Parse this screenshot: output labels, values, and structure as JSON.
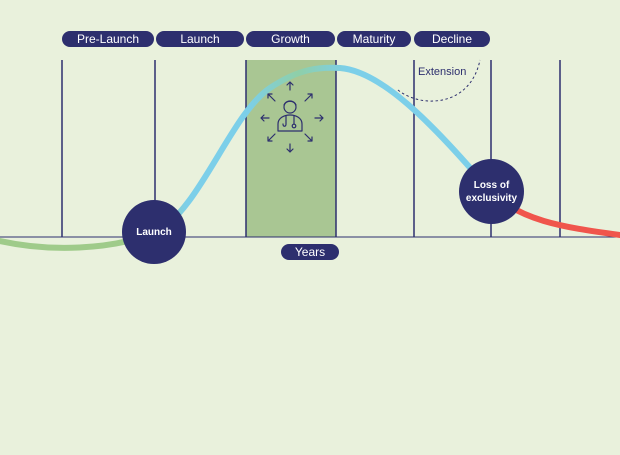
{
  "phases": [
    {
      "label": "Pre-Launch"
    },
    {
      "label": "Launch"
    },
    {
      "label": "Growth"
    },
    {
      "label": "Maturity"
    },
    {
      "label": "Decline"
    }
  ],
  "axis": {
    "label": "Years"
  },
  "milestones": {
    "launch": "Launch",
    "loss_of_exclusivity": "Loss of exclusivity"
  },
  "annotation": {
    "extension": "Extension"
  },
  "icons": {
    "center": "doctor-icon",
    "arrows": "radiating-arrows-icon"
  },
  "colors": {
    "background": "#e9f1dc",
    "navy": "#2d2f6e",
    "growth_band": "#a9c693",
    "curve_green": "#9fcb8a",
    "curve_blue": "#7ccfe9",
    "curve_red": "#f0554c"
  }
}
